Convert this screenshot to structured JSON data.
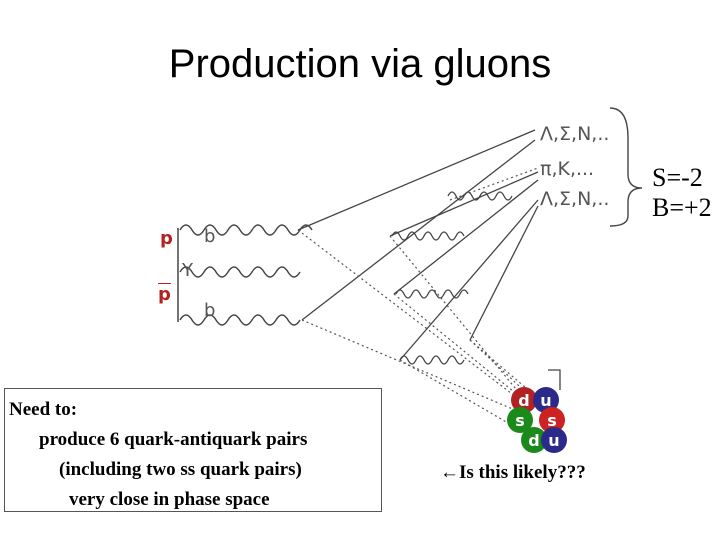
{
  "title": "Production via gluons",
  "particles": {
    "p": "p",
    "pbar": "p",
    "b_top": "b",
    "b_bottom": "b",
    "upsilon": "Y"
  },
  "hadrons": [
    "Λ,Σ,N,..",
    "π,K,...",
    "Λ,Σ,N,.."
  ],
  "quantum_numbers": {
    "strangeness": "S=-2",
    "baryon": "B=+2"
  },
  "quarks": [
    {
      "label": "d",
      "color": "#b22222"
    },
    {
      "label": "u",
      "color": "#2a2a8a"
    },
    {
      "label": "s",
      "color": "#1a8a1a"
    },
    {
      "label": "s",
      "color": "#cc2222"
    },
    {
      "label": "d",
      "color": "#1a8a1a"
    },
    {
      "label": "u",
      "color": "#2a2a8a"
    }
  ],
  "note": {
    "line1": "Need to:",
    "line2": "produce 6 quark-antiquark pairs",
    "line3": "(including two ss quark pairs)",
    "line4": "very close in phase space"
  },
  "question": "Is this likely???",
  "arrow_glyph": "←",
  "colors": {
    "proton_label": "#b22222",
    "line": "#444444"
  }
}
